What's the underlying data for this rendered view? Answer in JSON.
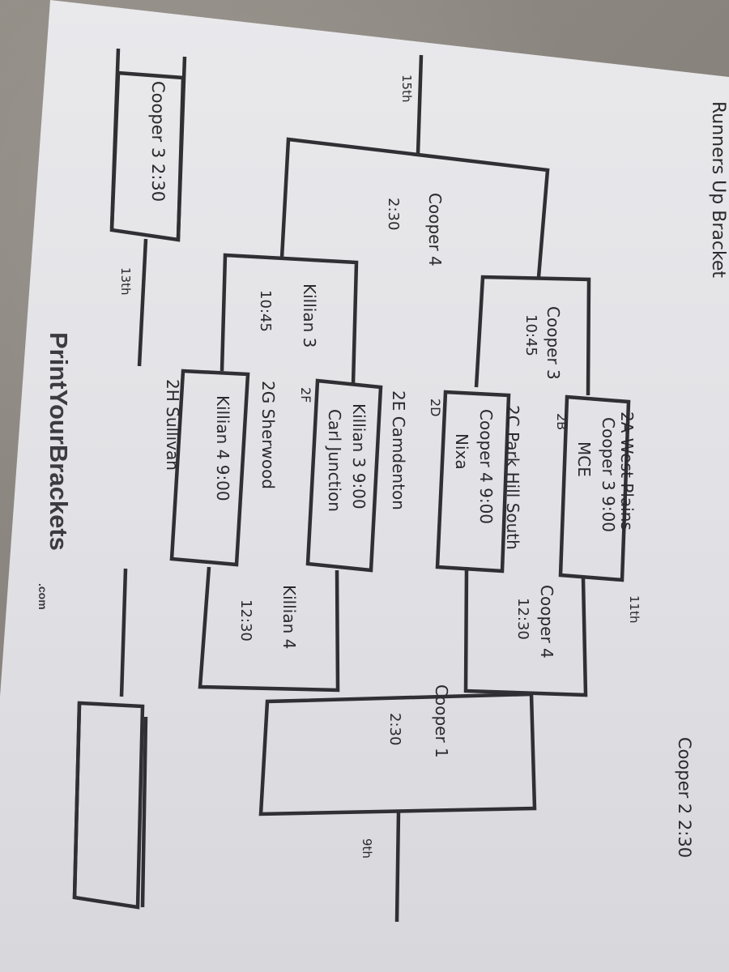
{
  "title": "Runners Up Bracket",
  "logo": {
    "brand": "PrintYourBrackets",
    "suffix": ".com"
  },
  "first_round": [
    {
      "seed": "2A West Plains",
      "pair": "2B",
      "box_line1": "Cooper 3 9:00",
      "box_line2": "MCE"
    },
    {
      "seed": "2C Park Hill South",
      "pair": "2D",
      "box_line1": "Cooper 4 9:00",
      "box_line2": "Nixa"
    },
    {
      "seed": "2E Camdenton",
      "pair": "2F",
      "box_line1": "Killian 3 9:00",
      "box_line2": "Carl Junction"
    },
    {
      "seed": "2G Sherwood",
      "pair": "2H Sullivan",
      "box_line1": "Killian 4 9:00",
      "box_line2": ""
    }
  ],
  "second_round": [
    {
      "court": "Cooper 3",
      "time": "10:45"
    },
    {
      "court": "Cooper 4",
      "time": "12:30"
    },
    {
      "court": "Killian 3",
      "time": "10:45"
    },
    {
      "court": "Killian 4",
      "time": "12:30"
    }
  ],
  "semifinals": [
    {
      "court": "Cooper 4",
      "time": "2:30"
    },
    {
      "court": "Cooper 1",
      "time": "2:30"
    }
  ],
  "placement": [
    {
      "label": "15th"
    },
    {
      "label": "13th",
      "box": "Cooper 3 2:30"
    },
    {
      "label": "11th",
      "box": "Cooper 2 2:30"
    },
    {
      "label": "9th"
    }
  ]
}
